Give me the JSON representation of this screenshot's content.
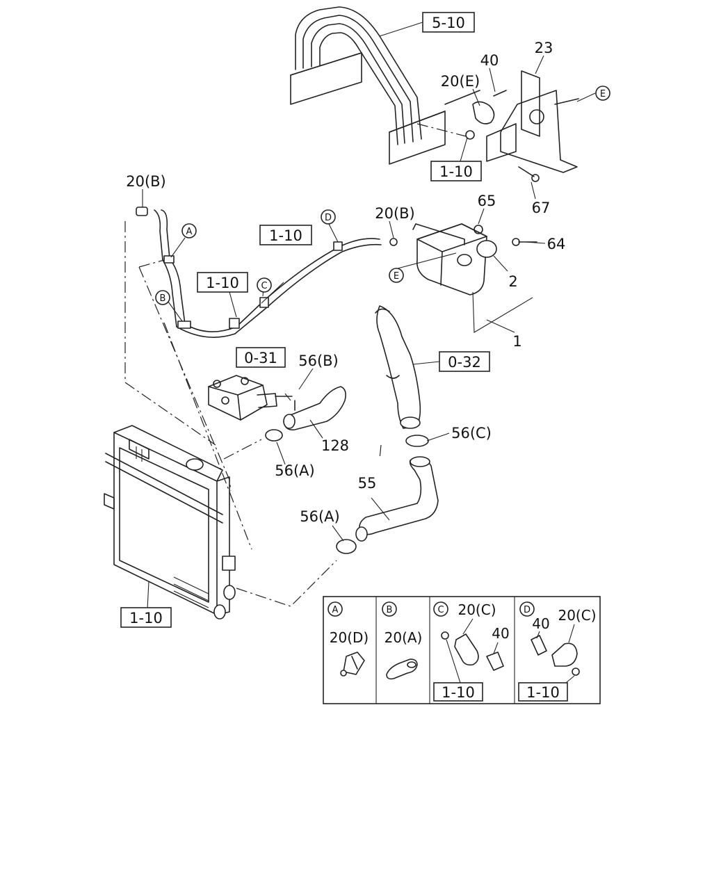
{
  "refs": {
    "r_5_10": "5-10",
    "r_1_10_top": "1-10",
    "r_1_10_hose": "1-10",
    "r_1_10_left": "1-10",
    "r_0_31": "0-31",
    "r_0_32": "0-32",
    "r_1_10_bottom": "1-10",
    "r_1_10_detail_c": "1-10",
    "r_1_10_detail_d": "1-10"
  },
  "callouts": {
    "n40_top": "40",
    "n23": "23",
    "n20e": "20(E)",
    "n67": "67",
    "n20b_left": "20(B)",
    "n20b_mid": "20(B)",
    "n65": "65",
    "n64": "64",
    "n2": "2",
    "n1": "1",
    "n56b": "56(B)",
    "n128": "128",
    "n56c": "56(C)",
    "n56a_top": "56(A)",
    "n55": "55",
    "n56a_bottom": "56(A)"
  },
  "markers": {
    "A": "A",
    "B": "B",
    "C": "C",
    "D": "D",
    "E": "E"
  },
  "details": {
    "a_part": "20(D)",
    "b_part": "20(A)",
    "c_part_top": "20(C)",
    "c_part_bolt": "40",
    "d_part_bolt": "40",
    "d_part_clip": "20(C)"
  }
}
